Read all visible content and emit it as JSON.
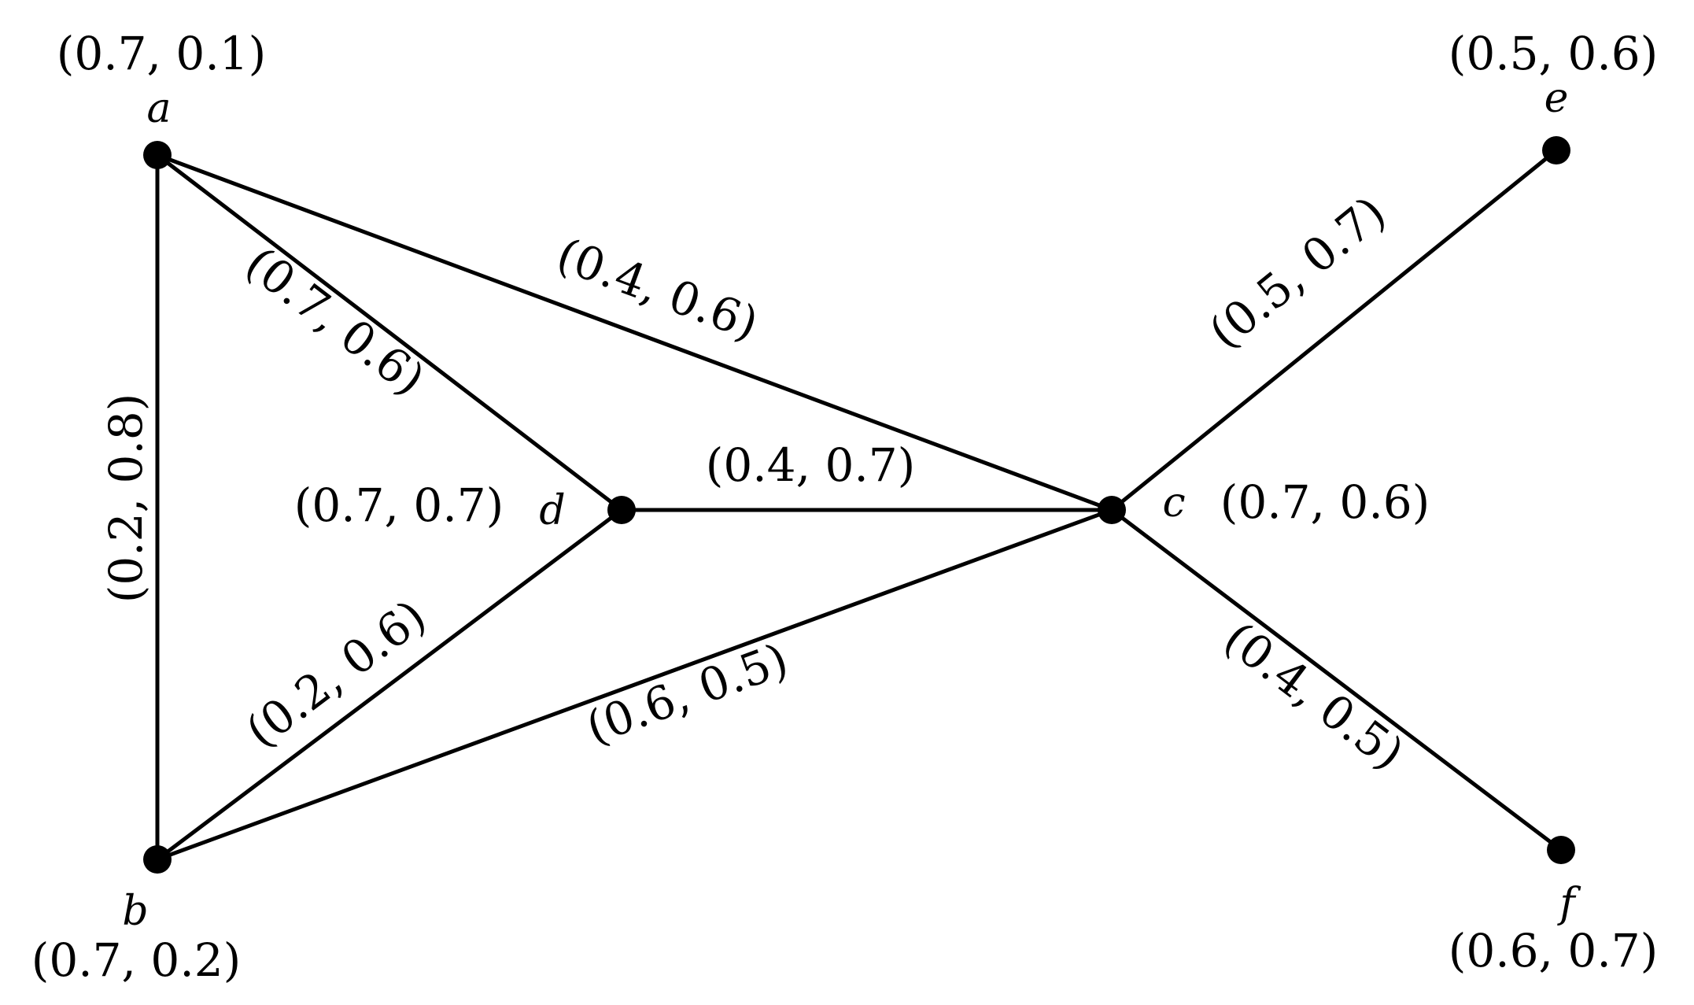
{
  "vertices": {
    "a": {
      "name": "a",
      "value": "(0.7, 0.1)"
    },
    "b": {
      "name": "b",
      "value": "(0.7, 0.2)"
    },
    "c": {
      "name": "c",
      "value": "(0.7, 0.6)"
    },
    "d": {
      "name": "d",
      "value": "(0.7, 0.7)"
    },
    "e": {
      "name": "e",
      "value": "(0.5, 0.6)"
    },
    "f": {
      "name": "f",
      "value": "(0.6, 0.7)"
    }
  },
  "edges": {
    "ab": {
      "from": "a",
      "to": "b",
      "value": "(0.2, 0.8)"
    },
    "ad": {
      "from": "a",
      "to": "d",
      "value": "(0.7, 0.6)"
    },
    "ac": {
      "from": "a",
      "to": "c",
      "value": "(0.4, 0.6)"
    },
    "dc": {
      "from": "d",
      "to": "c",
      "value": "(0.4, 0.7)"
    },
    "bd": {
      "from": "b",
      "to": "d",
      "value": "(0.2, 0.6)"
    },
    "bc": {
      "from": "b",
      "to": "c",
      "value": "(0.6, 0.5)"
    },
    "ce": {
      "from": "c",
      "to": "e",
      "value": "(0.5, 0.7)"
    },
    "cf": {
      "from": "c",
      "to": "f",
      "value": "(0.4, 0.5)"
    }
  }
}
